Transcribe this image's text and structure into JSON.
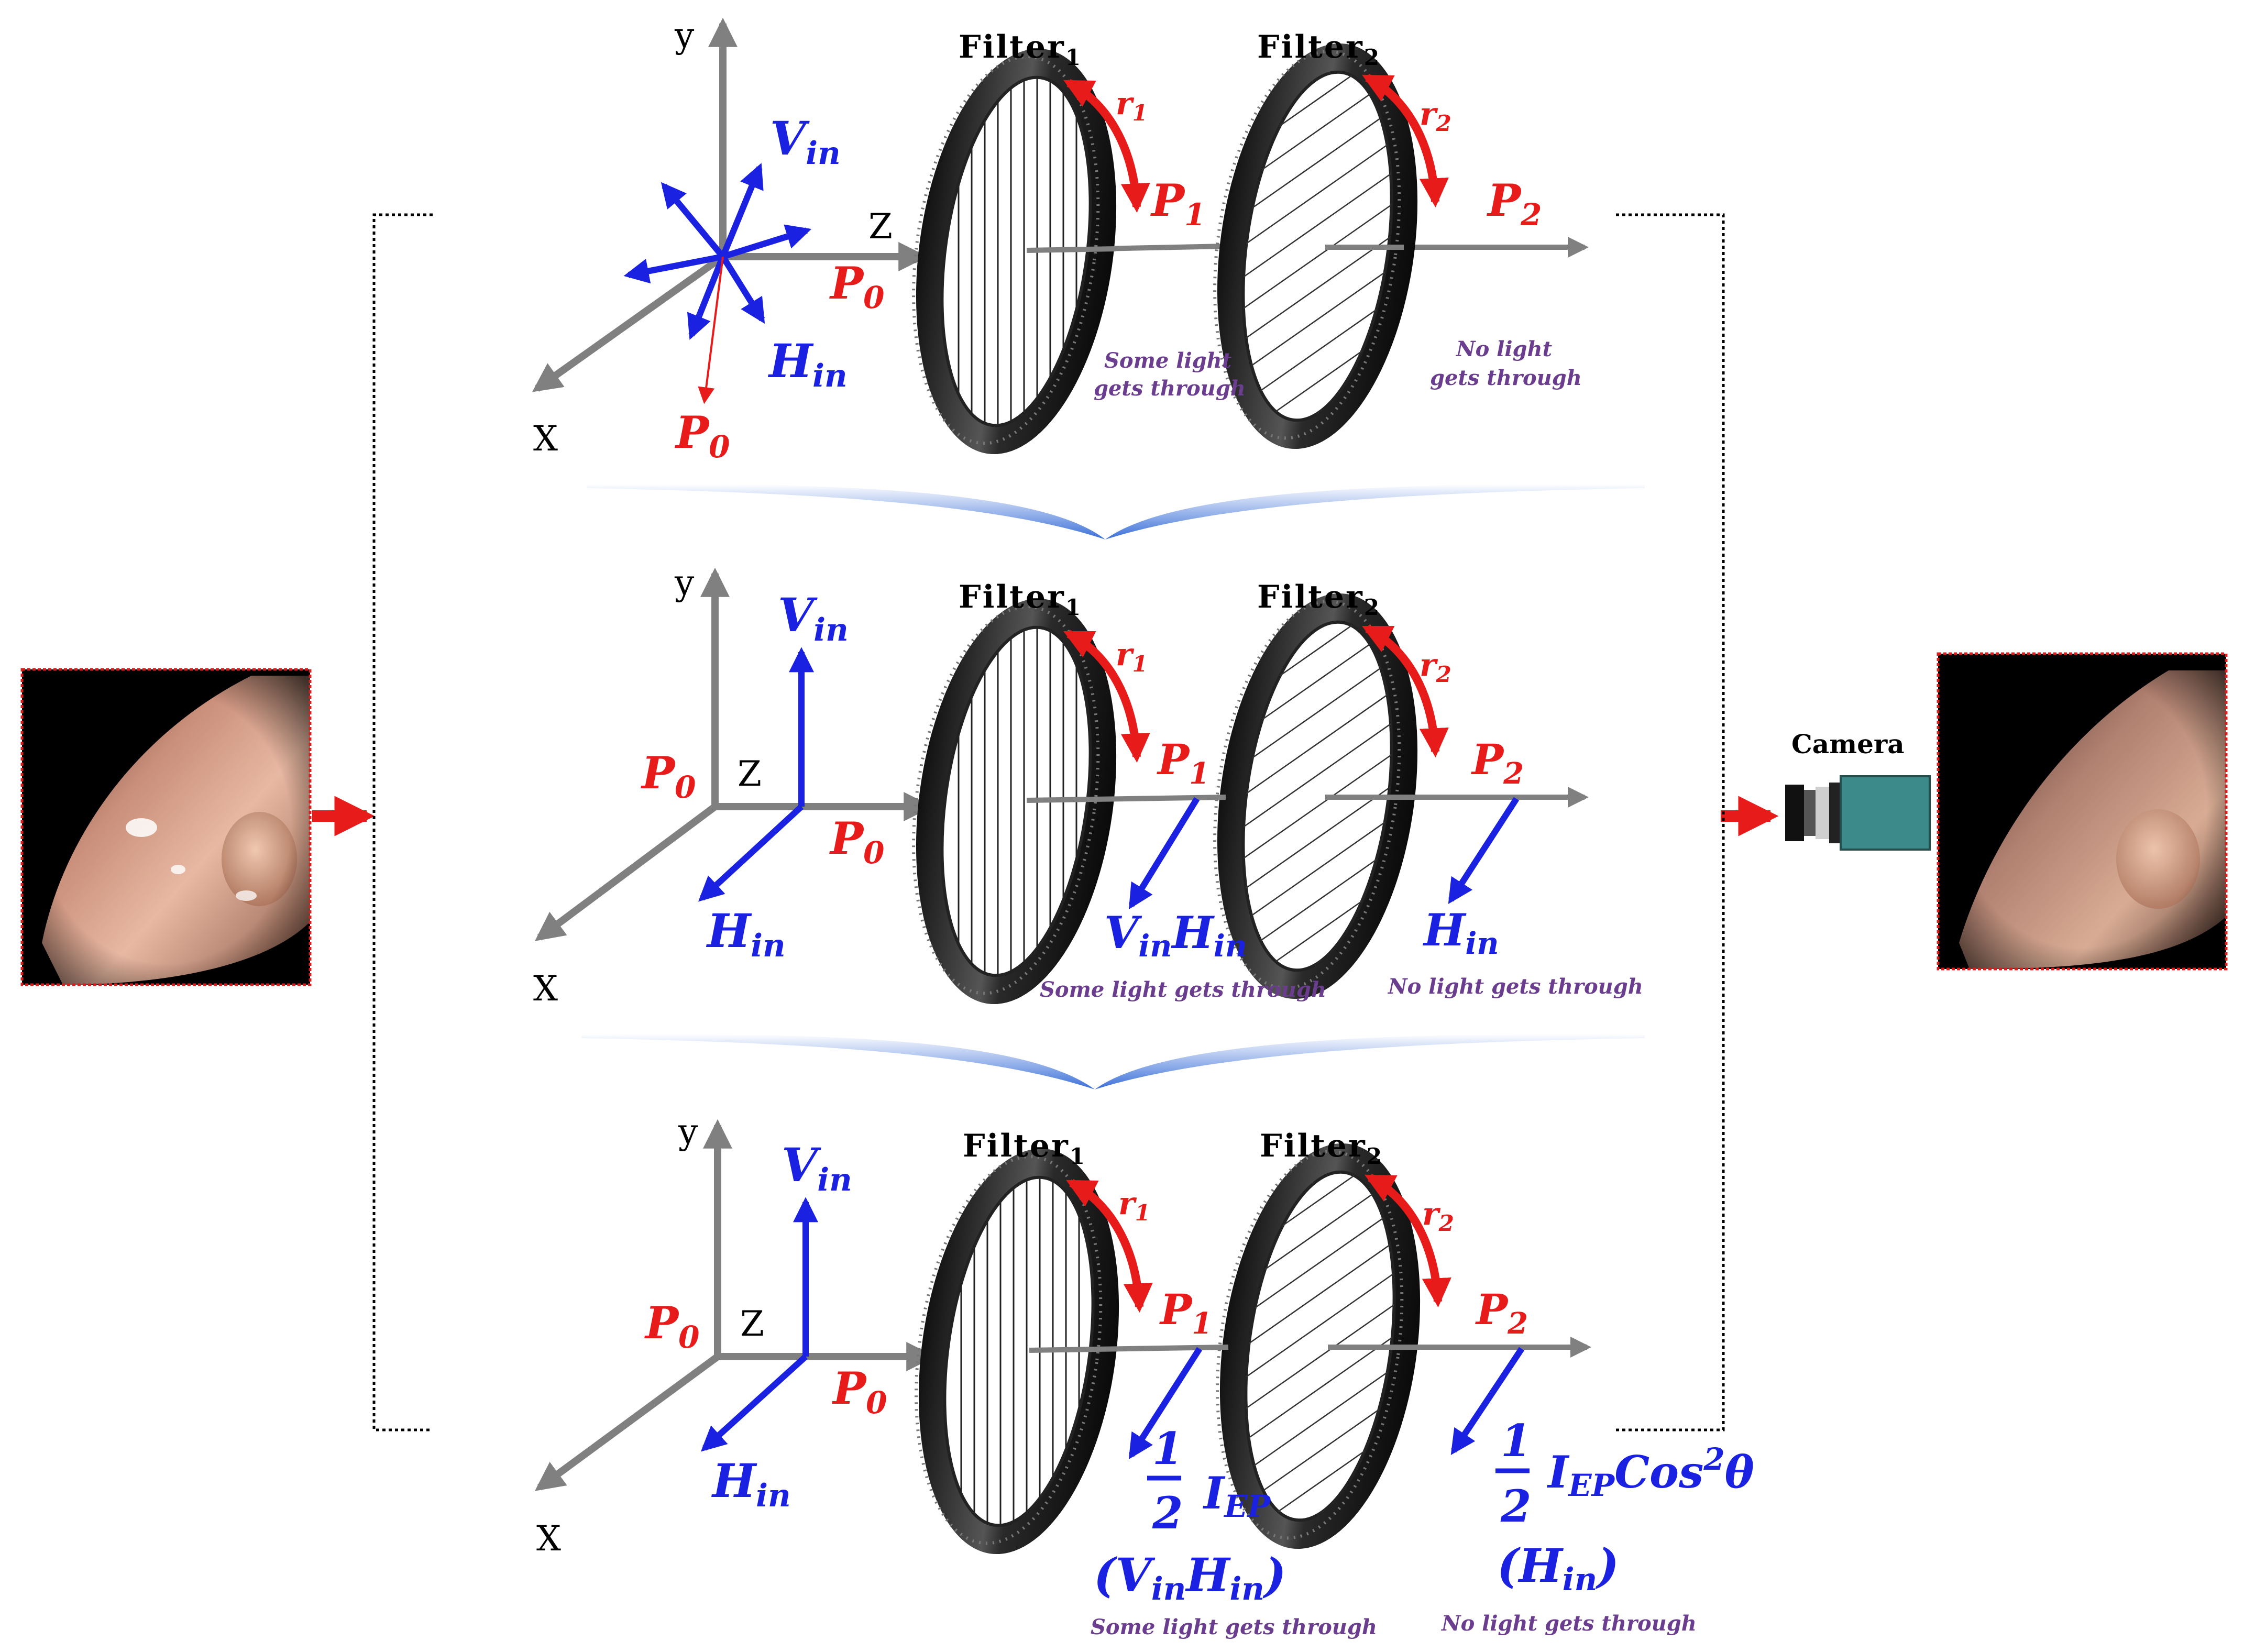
{
  "panels": [
    {
      "id": "top",
      "axis_y": "y",
      "axis_z": "Z",
      "axis_x": "X",
      "filter1": "Filter",
      "filter1_sub": "1",
      "filter2": "Filter",
      "filter2_sub": "2",
      "r1": "r",
      "r1_sub": "1",
      "r2": "r",
      "r2_sub": "2",
      "p0": "P",
      "p0_sub": "0",
      "p0b": "P",
      "p0b_sub": "0",
      "p1": "P",
      "p1_sub": "1",
      "p2": "P",
      "p2_sub": "2",
      "vin": "V",
      "vin_sub": "in",
      "hin": "H",
      "hin_sub": "in",
      "note1_l1": "Some light",
      "note1_l2": "gets through",
      "note2_l1": "No light",
      "note2_l2": "gets through"
    },
    {
      "id": "middle",
      "axis_y": "y",
      "axis_z": "Z",
      "axis_x": "X",
      "filter1": "Filter",
      "filter1_sub": "1",
      "filter2": "Filter",
      "filter2_sub": "2",
      "r1": "r",
      "r1_sub": "1",
      "r2": "r",
      "r2_sub": "2",
      "p0": "P",
      "p0_sub": "0",
      "p0b": "P",
      "p0b_sub": "0",
      "p1": "P",
      "p1_sub": "1",
      "p2": "P",
      "p2_sub": "2",
      "vin": "V",
      "vin_sub": "in",
      "hin": "H",
      "hin_sub": "in",
      "out1_v": "V",
      "out1_v_sub": "in",
      "out1_h": "H",
      "out1_h_sub": "in",
      "out2_h": "H",
      "out2_h_sub": "in",
      "note1": "Some light gets through",
      "note2": "No light gets through"
    },
    {
      "id": "bottom",
      "axis_y": "y",
      "axis_z": "Z",
      "axis_x": "X",
      "filter1": "Filter",
      "filter1_sub": "1",
      "filter2": "Filter",
      "filter2_sub": "2",
      "r1": "r",
      "r1_sub": "1",
      "r2": "r",
      "r2_sub": "2",
      "p0": "P",
      "p0_sub": "0",
      "p0b": "P",
      "p0b_sub": "0",
      "p1": "P",
      "p1_sub": "1",
      "p2": "P",
      "p2_sub": "2",
      "vin": "V",
      "vin_sub": "in",
      "hin": "H",
      "hin_sub": "in",
      "frac_num": "1",
      "frac_den": "2",
      "iep": "I",
      "iep_sub": "EP",
      "cos": "Cos",
      "cos_sup": "2",
      "theta": "θ",
      "paren1_open": "(",
      "paren1_v": "V",
      "paren1_v_sub": "in",
      "paren1_h": "H",
      "paren1_h_sub": "in",
      "paren1_close": ")",
      "paren2_open": "(",
      "paren2_h": "H",
      "paren2_h_sub": "in",
      "paren2_close": ")",
      "note1": "Some light gets through",
      "note2": "No light gets through"
    }
  ],
  "camera_label": "Camera",
  "colors": {
    "red": "#e81b1b",
    "blue": "#1a21e0",
    "grey_axis": "#808080",
    "note_purple": "#6a3d8f",
    "camera_teal": "#3c8b8a"
  }
}
